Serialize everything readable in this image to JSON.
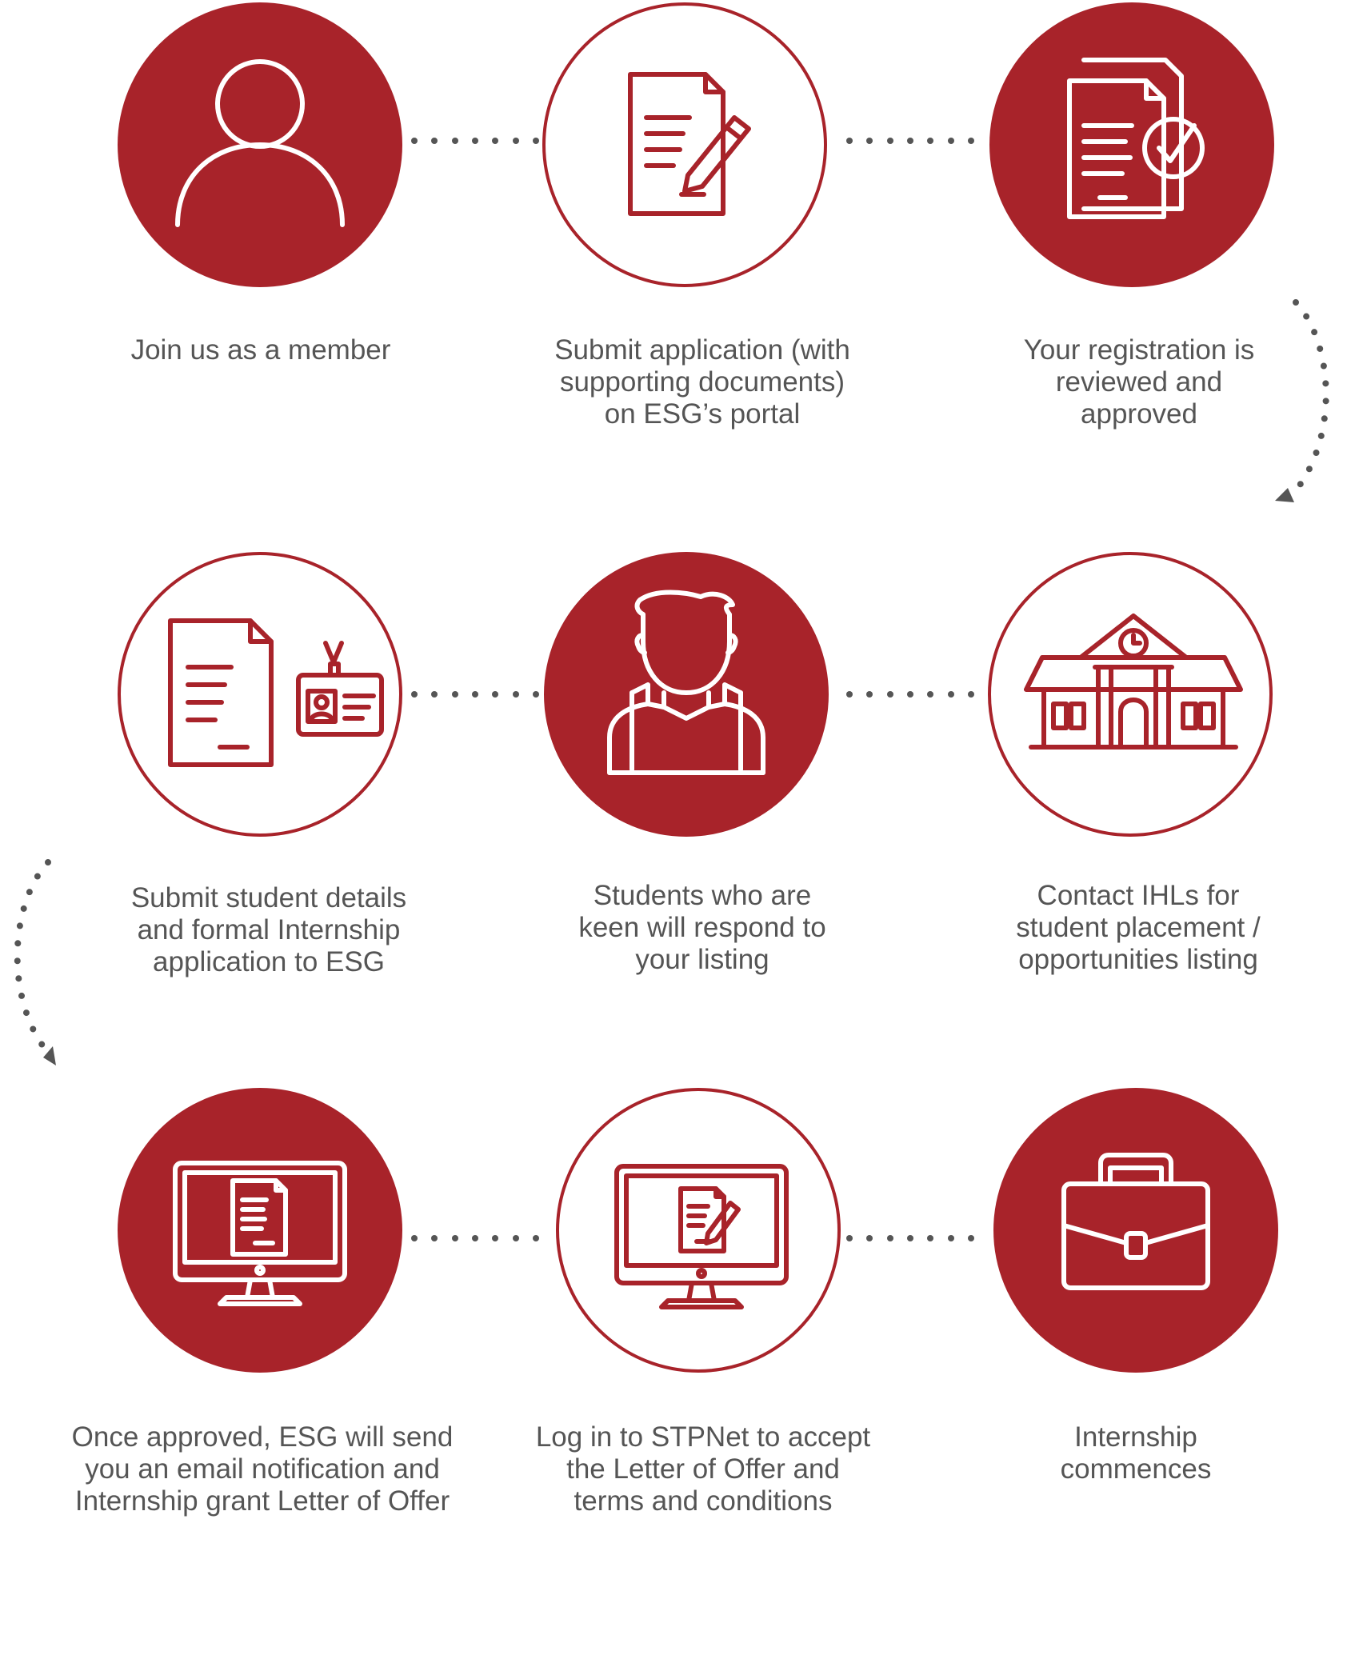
{
  "colors": {
    "accent": "#a8232a",
    "text": "#555555",
    "connector": "#555555"
  },
  "steps": [
    {
      "label": "Join us as a member",
      "icon": "person-icon",
      "style": "filled"
    },
    {
      "label": "Submit application (with\nsupporting documents)\non ESG’s portal",
      "icon": "document-pen-icon",
      "style": "outlined"
    },
    {
      "label": "Your registration is\nreviewed and\napproved",
      "icon": "documents-check-icon",
      "style": "filled"
    },
    {
      "label": "Contact IHLs for\nstudent placement /\nopportunities listing",
      "icon": "school-building-icon",
      "style": "outlined"
    },
    {
      "label": "Students who are\nkeen will respond to\nyour listing",
      "icon": "student-icon",
      "style": "filled"
    },
    {
      "label": "Submit student details\nand formal Internship\napplication to ESG",
      "icon": "document-id-card-icon",
      "style": "outlined"
    },
    {
      "label": "Once approved, ESG will send\nyou an email notification and\nInternship grant Letter of Offer",
      "icon": "monitor-document-icon",
      "style": "filled"
    },
    {
      "label": "Log in to STPNet to accept\nthe Letter of Offer and\nterms and conditions",
      "icon": "monitor-document-pen-icon",
      "style": "outlined"
    },
    {
      "label": "Internship\ncommences",
      "icon": "briefcase-icon",
      "style": "filled"
    }
  ]
}
